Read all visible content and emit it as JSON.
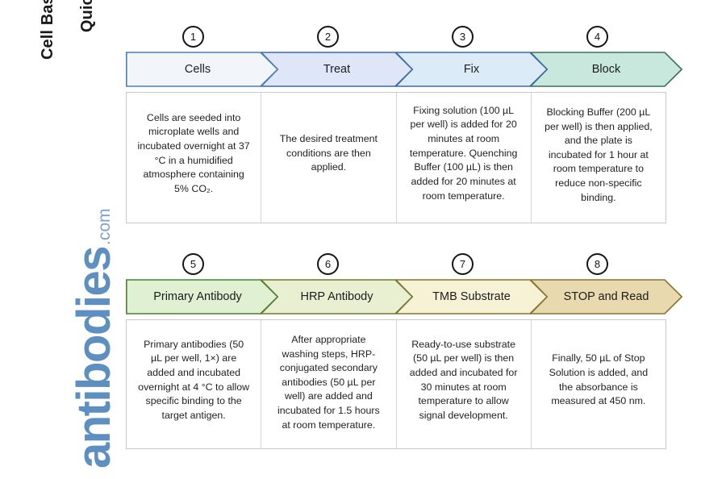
{
  "document": {
    "title_line1": "Cell Based ELISA Kits",
    "title_line2": "Quick Protocol",
    "brand_name": "antibodies",
    "brand_tld": ".com",
    "brand_color": "#5d8fc0"
  },
  "rows": [
    {
      "id": "row-1",
      "steps": [
        {
          "number": "1",
          "label": "Cells",
          "description": "Cells are seeded into microplate wells and incubated overnight at 37 °C in a humidified atmosphere containing 5% CO₂.",
          "fill": "#f2f6fb",
          "stroke": "#4a7fb5",
          "align": "mid"
        },
        {
          "number": "2",
          "label": "Treat",
          "description": "The desired treatment conditions are then applied.",
          "fill": "#dfe6f7",
          "stroke": "#3a6ca8",
          "align": "mid"
        },
        {
          "number": "3",
          "label": "Fix",
          "description": "Fixing solution (100 µL per well) is added for 20 minutes at room temperature. Quenching Buffer (100 µL) is then added for 20 minutes at room temperature.",
          "fill": "#dcebf8",
          "stroke": "#3a6ca8",
          "align": "mid"
        },
        {
          "number": "4",
          "label": "Block",
          "description": "Blocking Buffer (200 µL per well) is then applied, and the plate is incubated for 1 hour at room temperature to reduce non-specific binding.",
          "fill": "#c8e8dd",
          "stroke": "#3f6f62",
          "align": "top"
        }
      ]
    },
    {
      "id": "row-2",
      "steps": [
        {
          "number": "5",
          "label": "Primary Antibody",
          "description": "Primary antibodies (50 µL per well, 1×) are added and incubated overnight at 4 °C to allow specific binding to the target antigen.",
          "fill": "#dff0d3",
          "stroke": "#4f7d34",
          "align": "mid"
        },
        {
          "number": "6",
          "label": "HRP Antibody",
          "description": "After appropriate washing steps, HRP-conjugated secondary antibodies (50 µL per well) are added and incubated for 1.5 hours at room temperature.",
          "fill": "#e9f0d2",
          "stroke": "#6f7a2e",
          "align": "top"
        },
        {
          "number": "7",
          "label": "TMB Substrate",
          "description": "Ready-to-use substrate (50 µL per well) is then added and incubated for 30 minutes at room temperature to allow signal development.",
          "fill": "#f7f1d6",
          "stroke": "#8a7230",
          "align": "mid"
        },
        {
          "number": "8",
          "label": "STOP and Read",
          "description": "Finally, 50 µL of Stop Solution is added, and the absorbance is measured at 450 nm.",
          "fill": "#e9d9ae",
          "stroke": "#8a7230",
          "align": "mid"
        }
      ]
    }
  ]
}
